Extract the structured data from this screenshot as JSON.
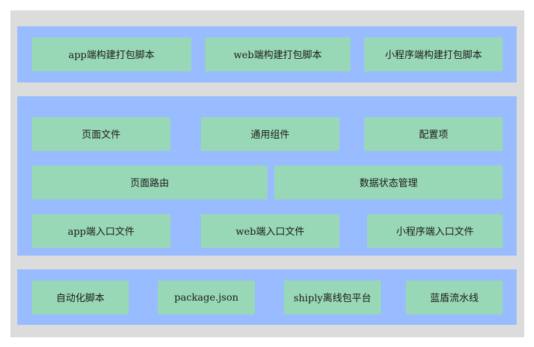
{
  "colors": {
    "background": "#dcdcdc",
    "layer": "#99bbff",
    "box": "#99d8b6"
  },
  "layers": [
    {
      "boxes": [
        {
          "label": "app端构建打包脚本"
        },
        {
          "label": "web端构建打包脚本"
        },
        {
          "label": "小程序端构建打包脚本"
        }
      ]
    },
    {
      "boxes": [
        {
          "label": "页面文件"
        },
        {
          "label": "通用组件"
        },
        {
          "label": "配置项"
        },
        {
          "label": "页面路由"
        },
        {
          "label": "数据状态管理"
        },
        {
          "label": "app端入口文件"
        },
        {
          "label": "web端入口文件"
        },
        {
          "label": "小程序端入口文件"
        }
      ]
    },
    {
      "boxes": [
        {
          "label": "自动化脚本"
        },
        {
          "label": "package.json"
        },
        {
          "label": "shiply离线包平台"
        },
        {
          "label": "蓝盾流水线"
        }
      ]
    }
  ]
}
